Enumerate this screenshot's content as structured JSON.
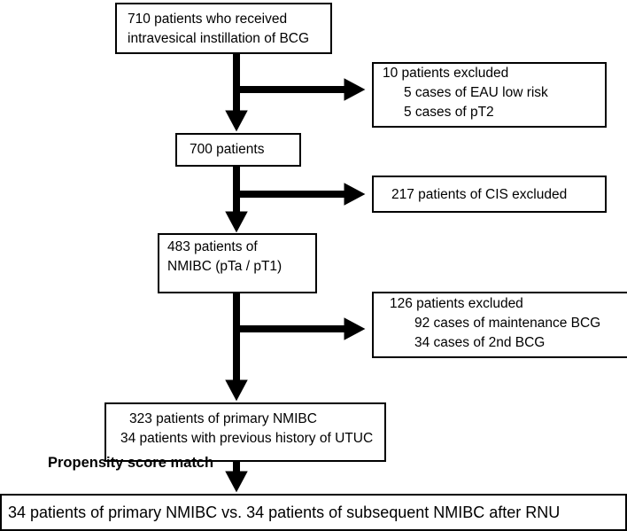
{
  "boxes": {
    "start": {
      "line1": "710 patients who received",
      "line2": "intravesical instillation of BCG"
    },
    "excluded_1": {
      "title": "10 patients excluded",
      "item1": "5 cases of EAU low risk",
      "item2": "5 cases of pT2"
    },
    "step_700": {
      "text": "700 patients"
    },
    "excluded_2": {
      "text": "217 patients of CIS excluded"
    },
    "step_483": {
      "line1": "483 patients of",
      "line2": "NMIBC (pTa / pT1)"
    },
    "excluded_3": {
      "title": "126 patients excluded",
      "item1": "92 cases of maintenance BCG",
      "item2": "34 cases of 2nd BCG"
    },
    "step_323": {
      "line1": "323 patients of primary NMIBC",
      "line2": "34 patients with previous history of UTUC"
    },
    "final": {
      "text": "34 patients of primary NMIBC vs. 34 patients of subsequent NMIBC after RNU"
    }
  },
  "labels": {
    "propensity": "Propensity score match"
  },
  "colors": {
    "line": "#000000",
    "background": "#ffffff"
  }
}
